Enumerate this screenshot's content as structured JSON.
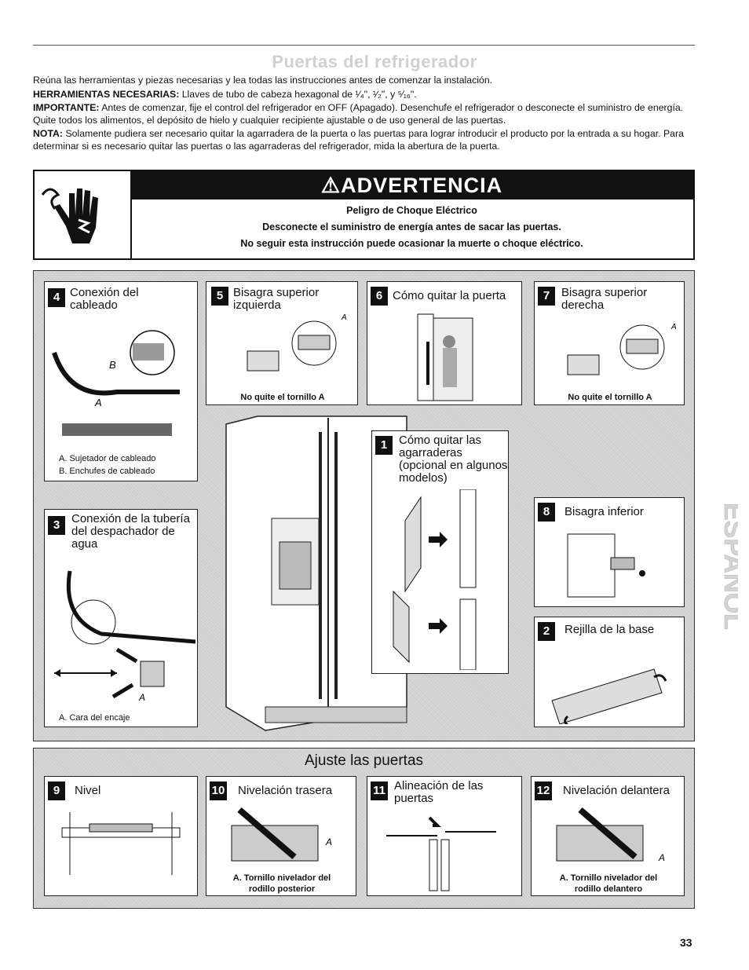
{
  "title": "Puertas del refrigerador",
  "intro": {
    "p1": "Reúna las herramientas y piezas necesarias y lea todas las instrucciones antes de comenzar la instalación.",
    "tools_label": "HERRAMIENTAS NECESARIAS:",
    "tools_text": " Llaves de tubo de cabeza hexagonal de ¹⁄₄\", ¹⁄₂\", y ⁵⁄₁₆\".",
    "important_label": "IMPORTANTE:",
    "important_text": " Antes de comenzar, fije el control del refrigerador en OFF (Apagado). Desenchufe el refrigerador o desconecte el suministro de energía. Quite todos los alimentos, el depósito de hielo y cualquier recipiente ajustable o de uso general de las puertas.",
    "note_label": "NOTA:",
    "note_text": " Solamente pudiera ser necesario quitar la agarradera de la puerta o las puertas para lograr introducir el producto por la entrada a su hogar. Para determinar si es necesario quitar las puertas o las agarraderas del refrigerador, mida la abertura de la puerta."
  },
  "warning": {
    "heading": "⚠ADVERTENCIA",
    "line1": "Peligro de Choque Eléctrico",
    "line2": "Desconecte el suministro de energía antes de sacar las puertas.",
    "line3": "No seguir esta instrucción puede ocasionar la muerte o choque eléctrico.",
    "icon": "electric-shock-hand-icon"
  },
  "steps": {
    "s4": {
      "num": "4",
      "title": "Conexión del cableado",
      "cap1": "A. Sujetador de cableado",
      "cap2": "B. Enchufes de cableado",
      "labelA": "A",
      "labelB": "B"
    },
    "s5": {
      "num": "5",
      "title": "Bisagra superior izquierda",
      "caption": "No quite el tornillo A",
      "labelA": "A"
    },
    "s6": {
      "num": "6",
      "title": "Cómo quitar la puerta"
    },
    "s7": {
      "num": "7",
      "title": "Bisagra superior derecha",
      "caption": "No quite el tornillo A",
      "labelA": "A"
    },
    "s1": {
      "num": "1",
      "title": "Cómo quitar las agarraderas (opcional en algunos modelos)"
    },
    "s3": {
      "num": "3",
      "title": "Conexión de la tubería del despachador de agua",
      "caption": "A. Cara del encaje",
      "labelA": "A"
    },
    "s8": {
      "num": "8",
      "title": "Bisagra inferior"
    },
    "s2": {
      "num": "2",
      "title": "Rejilla de la base"
    }
  },
  "ajuste": {
    "heading": "Ajuste las puertas",
    "s9": {
      "num": "9",
      "title": "Nivel"
    },
    "s10": {
      "num": "10",
      "title": "Nivelación trasera",
      "cap1": "A. Tornillo nivelador del",
      "cap2": "rodillo posterior",
      "labelA": "A"
    },
    "s11": {
      "num": "11",
      "title": "Alineación de las puertas"
    },
    "s12": {
      "num": "12",
      "title": "Nivelación delantera",
      "cap1": "A. Tornillo nivelador del",
      "cap2": "rodillo delantero",
      "labelA": "A"
    }
  },
  "side_tab": "ESPAÑOL",
  "page_number": "33"
}
